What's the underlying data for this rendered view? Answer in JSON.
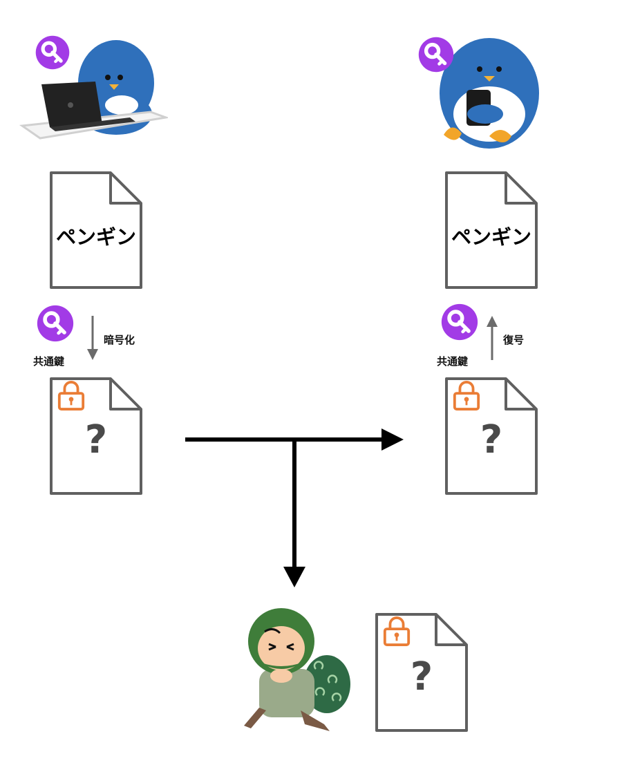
{
  "sender": {
    "document_text": "ペンギン",
    "key_label": "共通鍵",
    "action_label": "暗号化",
    "encrypted_mark": "?"
  },
  "receiver": {
    "document_text": "ペンギン",
    "key_label": "共通鍵",
    "action_label": "復号",
    "encrypted_mark": "?"
  },
  "interceptor": {
    "encrypted_mark": "?"
  },
  "colors": {
    "key_badge": "#a23be6",
    "lock": "#ea7d36",
    "document_stroke": "#606060",
    "arrow_main": "#000000",
    "arrow_small": "#6b6b6b",
    "penguin_body": "#2f70bb",
    "thief_hood": "#3f7d3a"
  }
}
